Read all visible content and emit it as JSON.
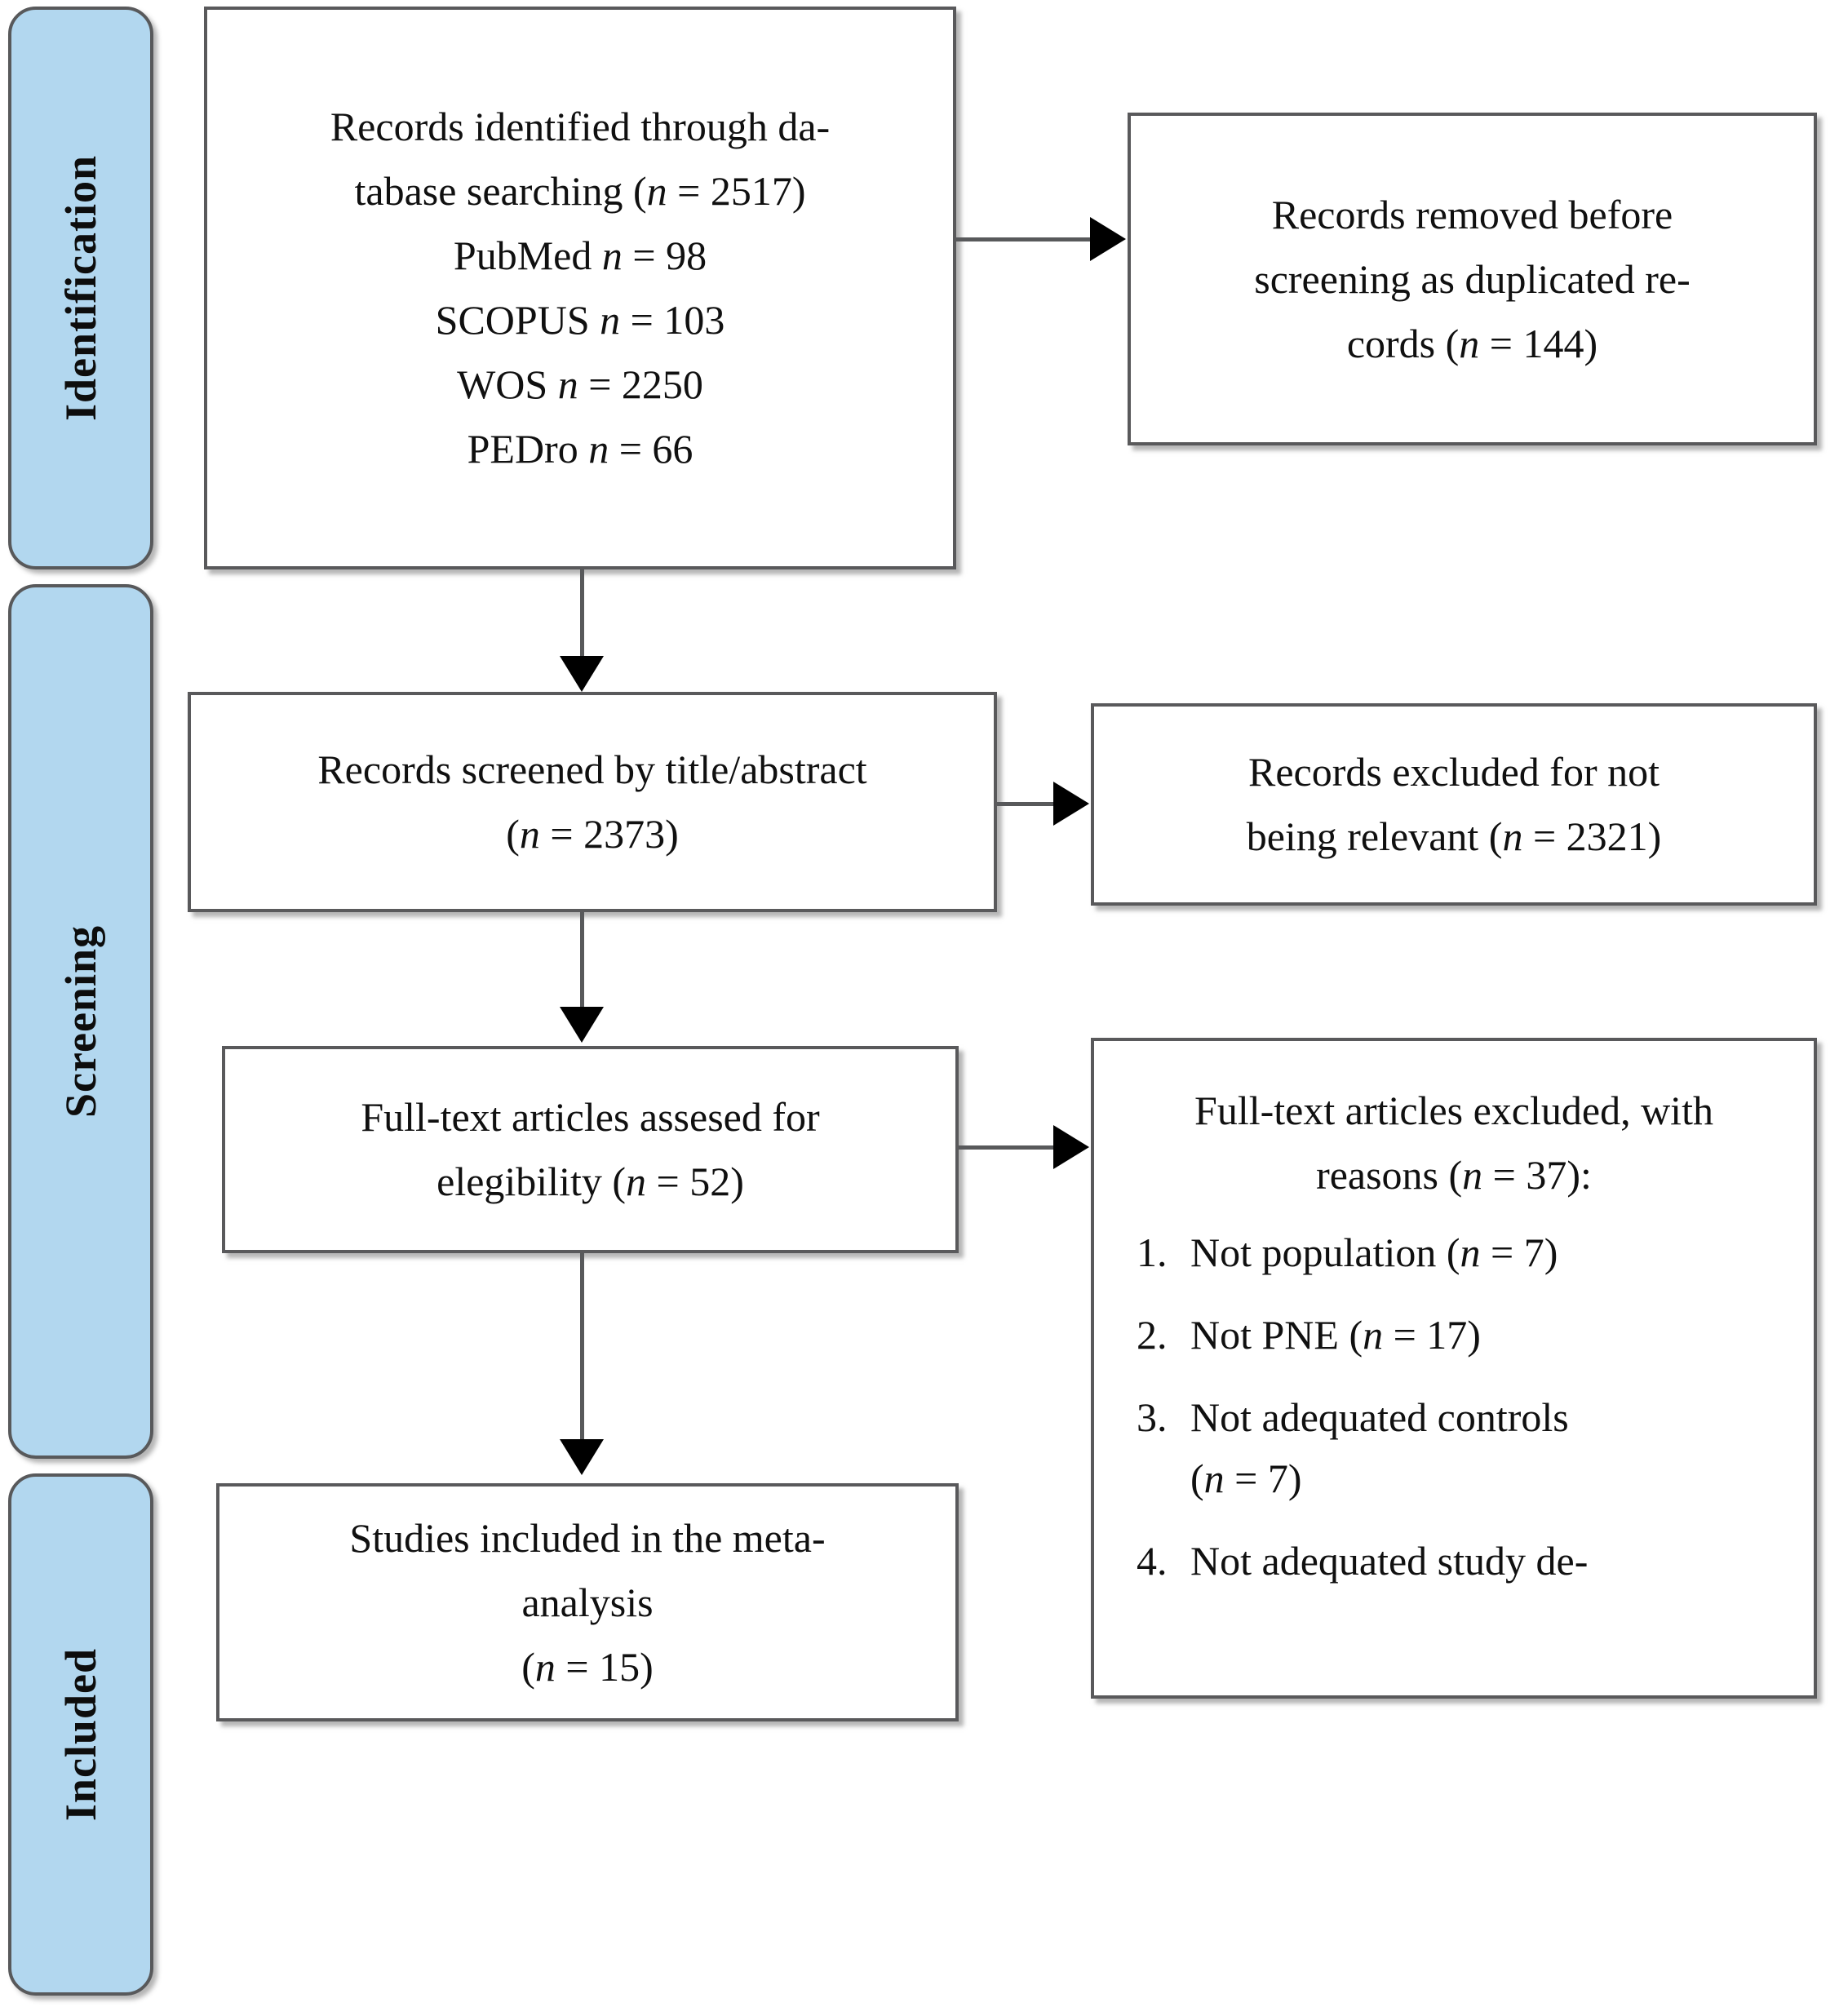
{
  "diagram": {
    "title": "PRISMA flow diagram",
    "accent_blue": "#b2d7ef",
    "border_gray": "#58595b",
    "stages": [
      {
        "key": "identification",
        "label": "Identification"
      },
      {
        "key": "screening",
        "label": "Screening"
      },
      {
        "key": "included",
        "label": "Included"
      }
    ],
    "boxes": {
      "identified": {
        "lines": [
          "Records identified through da-",
          "tabase searching (n = 2517)",
          "PubMed n = 98",
          "SCOPUS n = 103",
          "WOS n = 2250",
          "PEDro n = 66"
        ]
      },
      "removed": {
        "lines": [
          "Records removed before",
          "screening as duplicated re-",
          "cords (n = 144)"
        ]
      },
      "screened": {
        "lines": [
          "Records screened by title/abstract",
          "(n = 2373)"
        ]
      },
      "excluded_not_relevant": {
        "lines": [
          "Records excluded for not",
          "being relevant (n = 2321)"
        ]
      },
      "fulltext_assessed": {
        "lines": [
          "Full-text articles assesed for",
          "elegibility (n = 52)"
        ]
      },
      "fulltext_excluded": {
        "heading": [
          "Full-text articles excluded, with",
          "reasons (n = 37):"
        ],
        "reasons": [
          {
            "num": "1.",
            "text": "Not population (n = 7)",
            "cont": ""
          },
          {
            "num": "2.",
            "text": "Not PNE (n = 17)",
            "cont": ""
          },
          {
            "num": "3.",
            "text": "Not adequated controls",
            "cont": "(n = 7)"
          },
          {
            "num": "4.",
            "text": "Not adequated study de-",
            "cont": ""
          }
        ]
      },
      "included_studies": {
        "lines": [
          "Studies included in the meta-",
          "analysis",
          "(n = 15)"
        ]
      }
    }
  }
}
